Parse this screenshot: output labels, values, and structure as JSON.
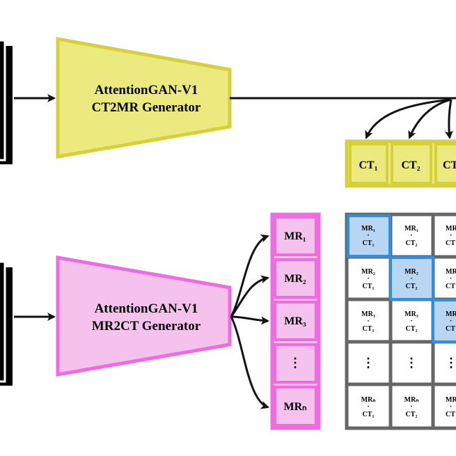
{
  "colors": {
    "yellow_fill": "#ece97e",
    "yellow_stroke": "#d6d13a",
    "pink_fill": "#f5c2ee",
    "pink_stroke": "#ee6be0",
    "grid_stroke": "#666666",
    "highlight_fill": "#b8d6f3",
    "highlight_stroke": "#2e8fe0"
  },
  "generator_top": {
    "line1": "AttentionGAN-V1",
    "line2": "CT2MR Generator"
  },
  "generator_bottom": {
    "line1": "AttentionGAN-V1",
    "line2": "MR2CT Generator"
  },
  "ct_outputs": [
    "CT₁",
    "CT₂",
    "CT"
  ],
  "mr_outputs": [
    "MR₁",
    "MR₂",
    "MR₃",
    "⋮",
    "MRₙ"
  ],
  "pair_matrix": {
    "rows": [
      {
        "mr": "MR₁",
        "cells": [
          "CT₁",
          "CT₂",
          "CT"
        ]
      },
      {
        "mr": "MR₂",
        "cells": [
          "CT₁",
          "CT₂",
          "CT"
        ]
      },
      {
        "mr": "MR₃",
        "cells": [
          "CT₁",
          "CT₂",
          "CT"
        ]
      },
      {
        "mr": "",
        "cells": [
          "⋮",
          "⋮",
          "⋮"
        ]
      },
      {
        "mr": "MRₙ",
        "cells": [
          "CT₁",
          "CT₂",
          "CT"
        ]
      }
    ],
    "partial_row_labels": [
      "MR",
      "MR",
      "MR",
      "",
      "MR"
    ]
  }
}
